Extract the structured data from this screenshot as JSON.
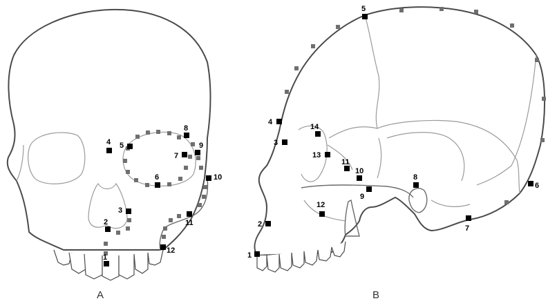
{
  "panels": [
    {
      "id": "A",
      "label": "A",
      "landmarks": [
        "1",
        "2",
        "3",
        "4",
        "5",
        "6",
        "7",
        "8",
        "9",
        "10",
        "11",
        "12"
      ]
    },
    {
      "id": "B",
      "label": "B",
      "landmarks": [
        "1",
        "2",
        "3",
        "4",
        "5",
        "6",
        "7",
        "8",
        "9",
        "10",
        "11",
        "12",
        "13",
        "14"
      ]
    }
  ],
  "colors": {
    "landmark": "#000000",
    "semilandmark": "#6f6f6f",
    "outline": "#4a4a4a",
    "suture": "#9a9a9a"
  }
}
